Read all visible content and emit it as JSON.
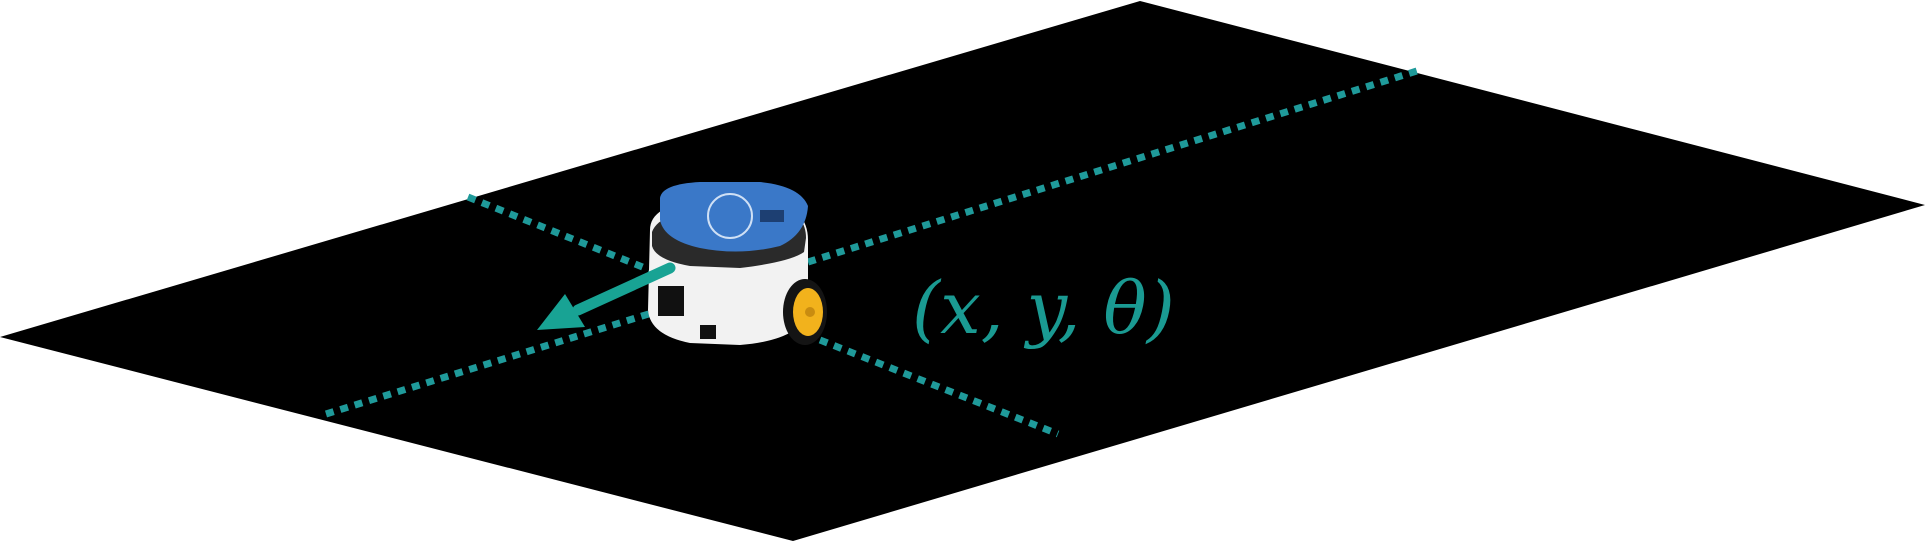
{
  "diagram": {
    "pose_label": "(x, y, θ)",
    "colors": {
      "floor": "#000000",
      "axis_dotted": "#1f9a9a",
      "heading_arrow": "#18a394",
      "label": "#1a9a92",
      "robot_body": "#f2f2f2",
      "robot_board": "#3a78c8",
      "wheel": "#f2b21c"
    },
    "elements": {
      "floor": "floor-plane",
      "robot": "robot-photo",
      "heading": "heading-arrow",
      "x_axis": "x-axis-dotted",
      "y_axis": "y-axis-dotted"
    }
  }
}
